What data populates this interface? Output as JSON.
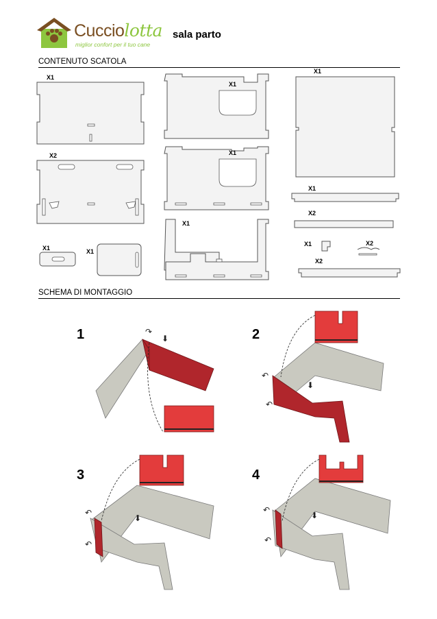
{
  "header": {
    "brand_part1": "Cuccio",
    "brand_part2": "lotta",
    "tagline": "miglior confort per il tuo cane",
    "title": "sala parto"
  },
  "sections": {
    "contents": "CONTENUTO SCATOLA",
    "assembly": "SCHEMA DI MONTAGGIO"
  },
  "parts": {
    "p1": "X1",
    "p2": "X2",
    "p3": "X1",
    "p4": "X1",
    "p5": "X1",
    "p6": "X1",
    "p7": "X1",
    "p8": "X1",
    "p9": "X1",
    "p10": "X2",
    "p11": "X1",
    "p12": "X2",
    "p13": "X2"
  },
  "steps": [
    "1",
    "2",
    "3",
    "4"
  ]
}
